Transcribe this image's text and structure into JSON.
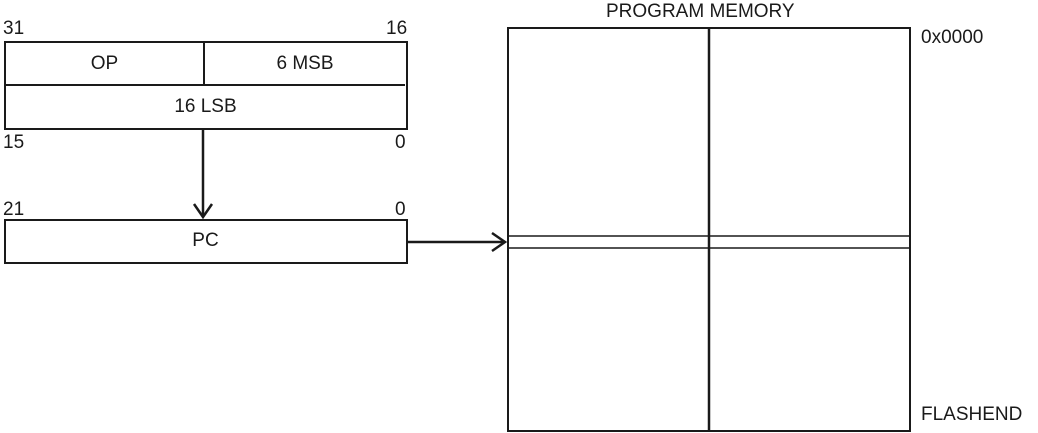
{
  "instruction": {
    "top_left_bit": "31",
    "top_right_bit": "16",
    "bottom_left_bit": "15",
    "bottom_right_bit": "0",
    "op_field": "OP",
    "msb_field": "6 MSB",
    "lsb_field": "16 LSB"
  },
  "pc": {
    "left_bit": "21",
    "right_bit": "0",
    "label": "PC"
  },
  "memory": {
    "title": "PROGRAM MEMORY",
    "start_address": "0x0000",
    "end_address": "FLASHEND"
  }
}
